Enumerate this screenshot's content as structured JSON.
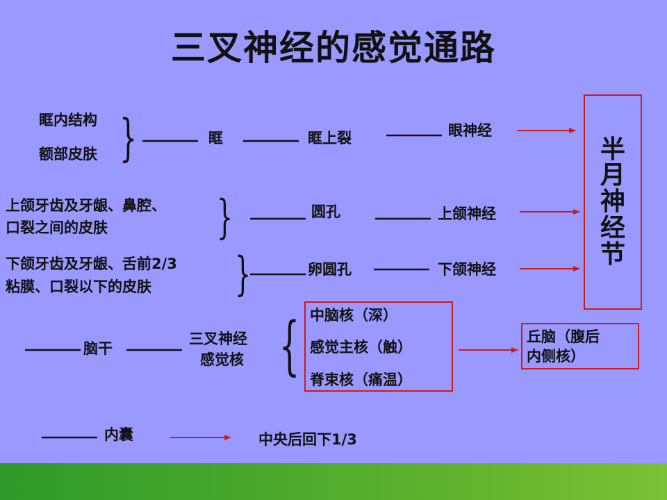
{
  "title": "三叉神经的感觉通路",
  "rows": {
    "r1": {
      "sources": [
        "眶内结构",
        "额部皮肤"
      ],
      "via1": "眶",
      "via2": "眶上裂",
      "nerve": "眼神经"
    },
    "r2": {
      "sources": [
        "上颌牙齿及牙龈、鼻腔、",
        "口裂之间的皮肤"
      ],
      "via": "圆孔",
      "nerve": "上颌神经"
    },
    "r3": {
      "sources": [
        "下颌牙齿及牙龈、舌前2/3",
        "粘膜、口裂以下的皮肤"
      ],
      "via": "卵圆孔",
      "nerve": "下颌神经"
    }
  },
  "ganglion": {
    "chars": [
      "半",
      "月",
      "神",
      "经",
      "节"
    ]
  },
  "brainstem": {
    "label": "脑干",
    "nucleus_lines": [
      "三叉神经",
      "感觉核"
    ],
    "nuclei": [
      "中脑核（深）",
      "感觉主核（触）",
      "脊束核（痛温）"
    ],
    "thalamus_lines": [
      "丘脑（腹后",
      "内侧核）"
    ]
  },
  "legend": {
    "black_line_label": "内囊",
    "red_arrow_label": "中央后回下1/3"
  },
  "colors": {
    "background": "#9999ff",
    "box_and_arrow": "#cc1b1b",
    "footer_band": "#4aa82c"
  }
}
